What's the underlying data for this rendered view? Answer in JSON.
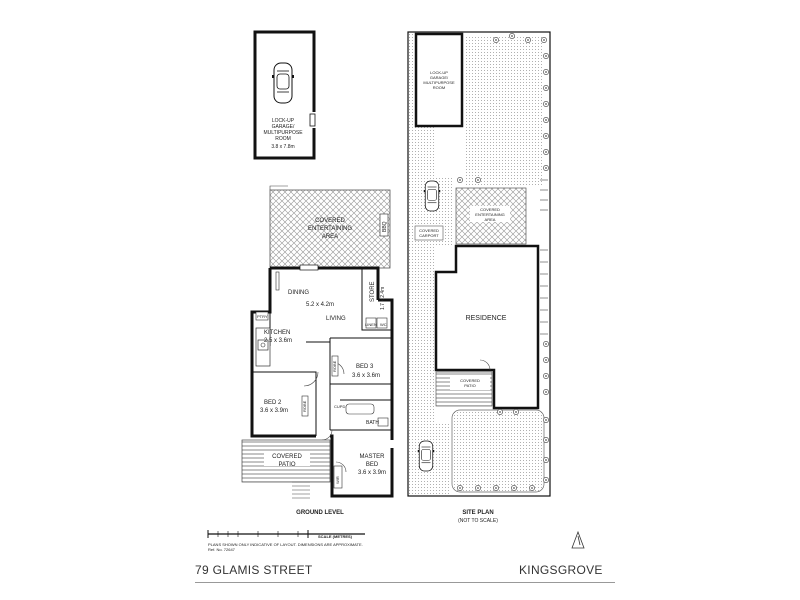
{
  "garage": {
    "name": "LOCK-UP\nGARAGE/\nMULTIPURPOSE\nROOM",
    "size": "3.8 x 7.8m"
  },
  "ground": {
    "covered_entertaining": "COVERED\nENTERTAINING\nAREA",
    "bbq": "BBQ",
    "dining": "DINING",
    "dining_size": "5.2 x 4.2m",
    "living": "LIVING",
    "store": "STORE",
    "store_size": "1.7 x 2.4m",
    "linen": "LINEN",
    "wc": "WC",
    "pty": "PTRY",
    "kitchen": "KITCHEN",
    "kitchen_size": "2.5 x 3.6m",
    "bed3": "BED 3",
    "bed3_size": "3.6 x 3.6m",
    "robe": "ROBE",
    "bed2": "BED 2",
    "bed2_size": "3.6 x 3.9m",
    "cupd": "CUPD",
    "bath": "BATH",
    "covered_patio": "COVERED\nPATIO",
    "master_bed": "MASTER\nBED",
    "master_bed_size": "3.6 x 3.9m",
    "wir": "WIR",
    "title": "GROUND LEVEL"
  },
  "site": {
    "garage": "LOCK-UP\nGARAGE/\nMULTIPURPOSE\nROOM",
    "covered_entertaining": "COVERED\nENTERTAINING\nAREA",
    "carport": "COVERED\nCARPORT",
    "residence": "RESIDENCE",
    "covered_patio": "COVERED\nPATIO",
    "title": "SITE PLAN",
    "subtitle": "(NOT TO SCALE)"
  },
  "scale": {
    "label": "SCALE (METRES)",
    "disclaimer": "PLANS SHOWN ONLY INDICATIVE OF LAYOUT. DIMENSIONS ARE APPROXIMATE.",
    "ref": "Ref. No. 72647"
  },
  "footer": {
    "address": "79 GLAMIS STREET",
    "suburb": "KINGSGROVE"
  }
}
